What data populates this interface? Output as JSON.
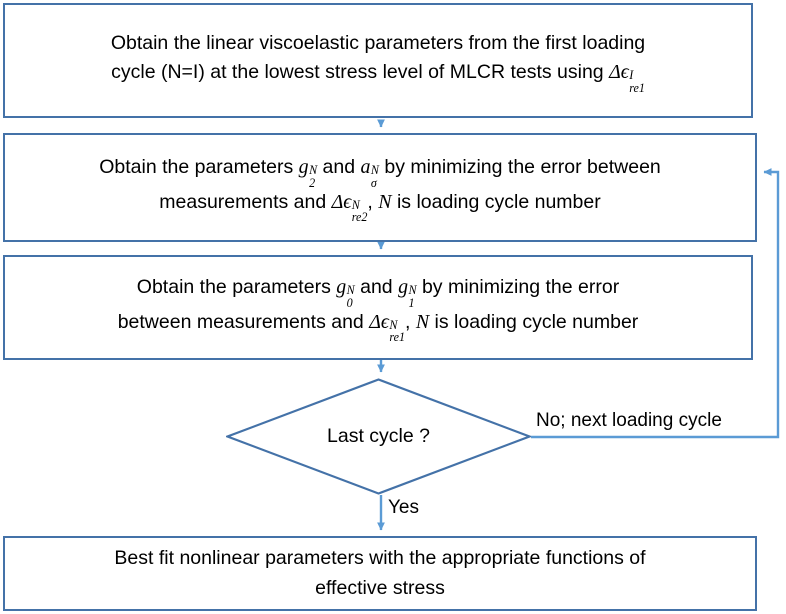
{
  "diagram": {
    "title": "MLCR viscoelastic parameter fitting flowchart",
    "colors": {
      "box_border": "#4472a8",
      "connector": "#5b9bd5",
      "diamond_border": "#4472a8",
      "background": "#ffffff",
      "text": "#000000"
    },
    "nodes": {
      "step1": {
        "type": "process",
        "line1_a": "Obtain the linear viscoelastic parameters from the first loading",
        "line2_a": "cycle (N=I) at the lowest stress level of MLCR tests using ",
        "math_delta": "Δϵ",
        "math_sup": "I",
        "math_sub": "re1"
      },
      "step2": {
        "type": "process",
        "line1_a": "Obtain the parameters ",
        "g_sym": "g",
        "g_sub": "2",
        "g_sup": "N",
        "line1_b": " and ",
        "a_sym": "a",
        "a_sub": "σ",
        "a_sup": "N",
        "line1_c": " by minimizing the error between",
        "line2_a": "measurements and ",
        "math_delta": "Δϵ",
        "math_sup": "N",
        "math_sub": "re2",
        "line2_b": ", ",
        "n_sym": "N",
        "line2_c": " is loading cycle number"
      },
      "step3": {
        "type": "process",
        "line1_a": "Obtain the parameters ",
        "g0_sym": "g",
        "g0_sub": "0",
        "g0_sup": "N",
        "line1_b": " and ",
        "g1_sym": "g",
        "g1_sub": "1",
        "g1_sup": "N",
        "line1_c": " by minimizing the error",
        "line2_a": "between measurements and ",
        "math_delta": "Δϵ",
        "math_sup": "N",
        "math_sub": "re1",
        "line2_b": ", ",
        "n_sym": "N",
        "line2_c": " is loading cycle number"
      },
      "decision": {
        "type": "decision",
        "label": "Last cycle ?"
      },
      "step4": {
        "type": "process",
        "line1": "Best fit nonlinear parameters with the appropriate functions of",
        "line2": "effective stress"
      }
    },
    "edges": {
      "no_branch_label": "No; next loading cycle",
      "yes_branch_label": "Yes"
    }
  }
}
